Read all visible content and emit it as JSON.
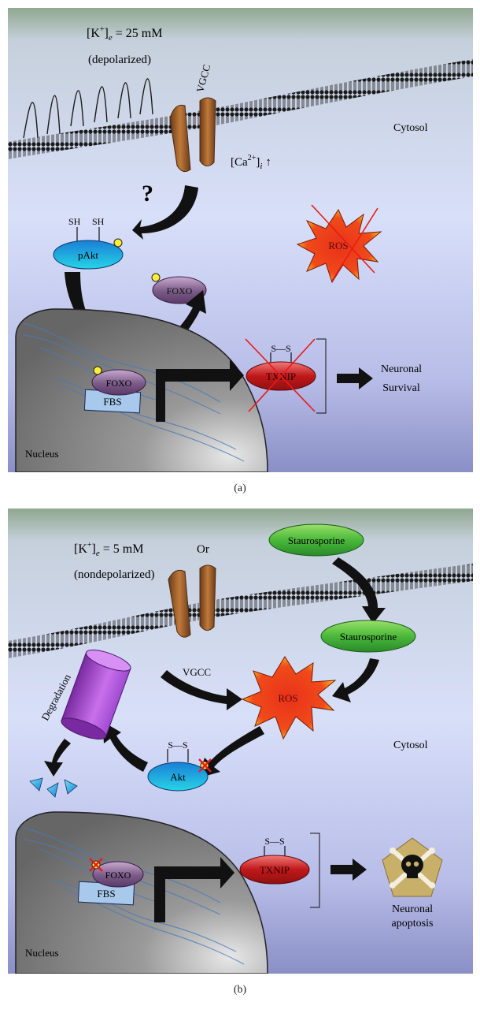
{
  "panel_a": {
    "caption": "(a)",
    "k_label_main": "[K",
    "k_label_sup": "+",
    "k_label_close": "]",
    "k_label_sub": "e",
    "k_label_value": " = 25 mM",
    "state": "(depolarized)",
    "vgcc": "VGCC",
    "cytosol": "Cytosol",
    "ca_main": "[Ca",
    "ca_sup": "2+",
    "ca_close": "]",
    "ca_sub": "i",
    "ca_arrow": "↑",
    "question": "?",
    "sh1": "SH",
    "sh2": "SH",
    "pakt": "pAkt",
    "foxo_cyto": "FOXO",
    "ros": "ROS",
    "foxo_nuc": "FOXO",
    "fbs": "FBS",
    "ss": "S—S",
    "txnip": "TXNIP",
    "outcome_line1": "Neuronal",
    "outcome_line2": "Survival",
    "nucleus": "Nucleus"
  },
  "panel_b": {
    "caption": "(b)",
    "k_label_main": "[K",
    "k_label_sup": "+",
    "k_label_close": "]",
    "k_label_sub": "e",
    "k_label_value": " = 5 mM",
    "or": "Or",
    "state": "(nondepolarized)",
    "staurosporine_out": "Staurosporine",
    "staurosporine_in": "Staurosporine",
    "vgcc": "VGCC",
    "ros": "ROS",
    "degradation": "Degradation",
    "cytosol": "Cytosol",
    "ss_akt": "S—S",
    "akt": "Akt",
    "ss_txnip": "S—S",
    "txnip": "TXNIP",
    "foxo_nuc": "FOXO",
    "fbs": "FBS",
    "outcome_line1": "Neuronal",
    "outcome_line2": "apoptosis",
    "nucleus": "Nucleus"
  },
  "colors": {
    "bg_top": "#8fa88f",
    "bg_mid": "#d5dcf8",
    "bg_bottom": "#8a8fc6",
    "membrane": "#2a2a2a",
    "channel": "#9a5a2a",
    "pakt_blue": "#1a8fd6",
    "foxo_purple": "#7a5a86",
    "txnip_red": "#c0181a",
    "ros_red": "#e8321a",
    "ros_yellow": "#ffd21a",
    "staurosporine_green": "#4ab83a",
    "degradation_purple": "#a04ad0",
    "nucleus_gray": "#7a7a7a",
    "fbs_blue": "#a8c8ec",
    "skull_gold": "#c8b06a"
  }
}
